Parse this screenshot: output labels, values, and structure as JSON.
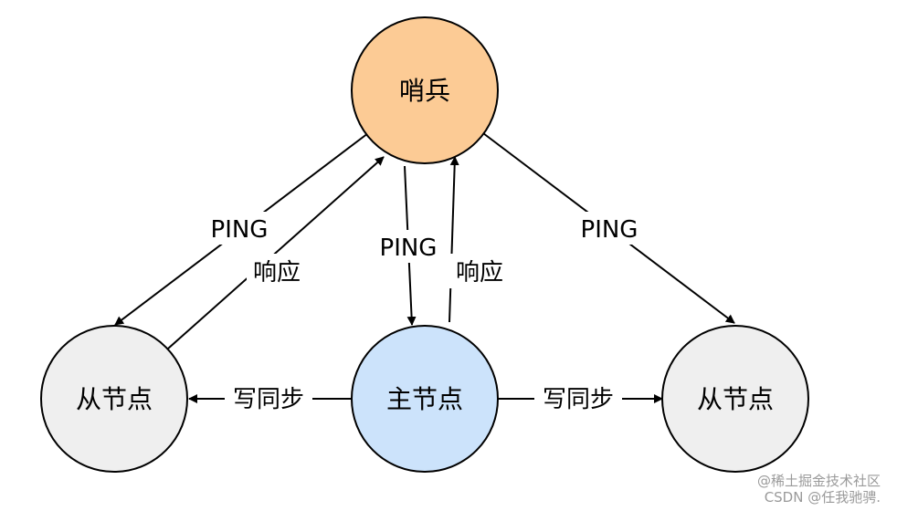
{
  "nodes": {
    "sentinel": {
      "label": "哨兵",
      "fill": "#FCCB95"
    },
    "master": {
      "label": "主节点",
      "fill": "#CCE3FB"
    },
    "slave_left": {
      "label": "从节点",
      "fill": "#EFEFEF"
    },
    "slave_right": {
      "label": "从节点",
      "fill": "#EFEFEF"
    }
  },
  "edges": {
    "ping_left": "PING",
    "response_left": "响应",
    "ping_master": "PING",
    "response_master": "响应",
    "ping_right": "PING",
    "sync_left": "写同步",
    "sync_right": "写同步"
  },
  "watermark": {
    "line1": "@稀土掘金技术社区",
    "line2": "CSDN @任我驰骋."
  },
  "colors": {
    "stroke": "#000000"
  }
}
